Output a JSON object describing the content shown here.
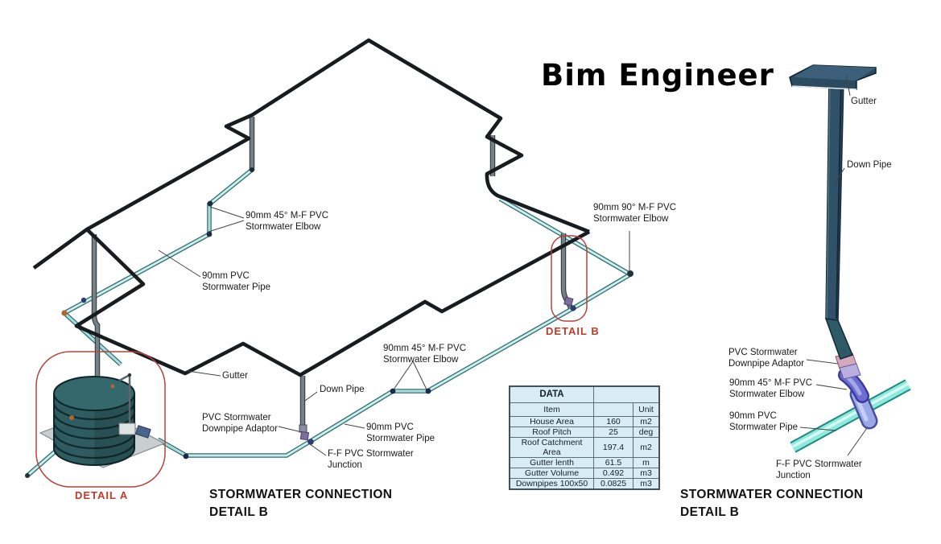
{
  "title": "Bim Engineer",
  "main_labels": {
    "elbow45_top": {
      "l1": "90mm 45° M-F PVC",
      "l2": "Stormwater Elbow"
    },
    "pipe_left": {
      "l1": "90mm PVC",
      "l2": "Stormwater Pipe"
    },
    "elbow90": {
      "l1": "90mm 90° M-F PVC",
      "l2": "Stormwater Elbow"
    },
    "gutter": "Gutter",
    "down_pipe": "Down Pipe",
    "adaptor": {
      "l1": "PVC Stormwater",
      "l2": "Downpipe Adaptor"
    },
    "junction": {
      "l1": "F-F PVC Stormwater",
      "l2": "Junction"
    },
    "pipe_bottom": {
      "l1": "90mm PVC",
      "l2": "Stormwater Pipe"
    },
    "elbow45_bottom": {
      "l1": "90mm 45° M-F PVC",
      "l2": "Stormwater Elbow"
    }
  },
  "right_labels": {
    "gutter": "Gutter",
    "down_pipe": "Down Pipe",
    "adaptor": {
      "l1": "PVC Stormwater",
      "l2": "Downpipe Adaptor"
    },
    "elbow45": {
      "l1": "90mm 45° M-F PVC",
      "l2": "Stormwater Elbow"
    },
    "pipe": {
      "l1": "90mm PVC",
      "l2": "Stormwater Pipe"
    },
    "junction": {
      "l1": "F-F PVC Stormwater",
      "l2": "Junction"
    }
  },
  "details": {
    "a": "DETAIL A",
    "b": "DETAIL B"
  },
  "captions": {
    "left": {
      "l1": "STORMWATER CONNECTION",
      "l2": "DETAIL B"
    },
    "right": {
      "l1": "STORMWATER CONNECTION",
      "l2": "DETAIL B"
    }
  },
  "table": {
    "title": "DATA",
    "header": [
      "Item",
      "",
      "Unit"
    ],
    "rows": [
      [
        "House Area",
        "160",
        "m2"
      ],
      [
        "Roof Pitch",
        "25",
        "deg"
      ],
      [
        "Roof Catchment Area",
        "197.4",
        "m2"
      ],
      [
        "Gutter lenth",
        "61.5",
        "m"
      ],
      [
        "Gutter Volume",
        "0.492",
        "m3"
      ],
      [
        "Downpipes 100x50",
        "0.0825",
        "m3"
      ]
    ]
  },
  "colors": {
    "accent_red": "#b2453e",
    "roof_black": "#181c20",
    "pipe_teal": "#a9dcdc",
    "pipe_cyan": "#8fe9dc",
    "table_fill": "#d8ecf6"
  }
}
